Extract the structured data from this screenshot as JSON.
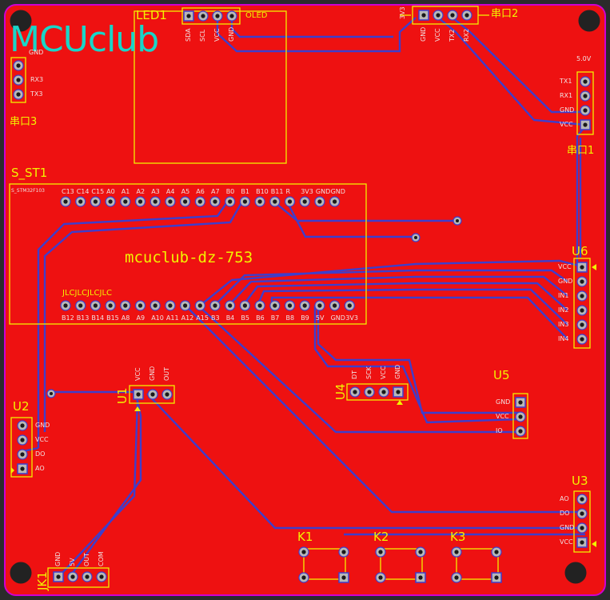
{
  "board": {
    "logo_text": "MCUclub",
    "title_text": "mcuclub-dz-753",
    "jlc_text": "JLCJLCJLCJLC",
    "colors": {
      "board": "#ee1111",
      "silk": "#f2f200",
      "trace": "#3e3ecc",
      "pad_ring": "#b8b8b8",
      "pad_hole": "#1a1a1a",
      "logo": "#19d5c8",
      "outline": "#d000d0"
    }
  },
  "components": {
    "led1": {
      "designator": "LED1",
      "name": "OLED",
      "pins": [
        "SDA",
        "SCL",
        "VCC",
        "GND"
      ]
    },
    "uart2": {
      "designator": "串口2",
      "pins": [
        "GND",
        "VCC",
        "TX2",
        "RX2"
      ],
      "side_label": "3V3"
    },
    "uart3": {
      "designator": "串口3",
      "pins": [
        "RX3",
        "TX3"
      ],
      "top_label": "GND"
    },
    "uart1": {
      "designator": "串口1",
      "top_label": "5.0V",
      "pins": [
        "TX1",
        "RX1",
        "GND",
        "VCC"
      ]
    },
    "s_st1": {
      "designator": "S_ST1",
      "top_left_label": "S_STM32F103",
      "top_pins": [
        "C13",
        "C14",
        "C15",
        "A0",
        "A1",
        "A2",
        "A3",
        "A4",
        "A5",
        "A6",
        "A7",
        "B0",
        "B1",
        "B10",
        "B11",
        "R",
        "3V3",
        "GND",
        "GND"
      ],
      "bottom_pins": [
        "B12",
        "B13",
        "B14",
        "B15",
        "A8",
        "A9",
        "A10",
        "A11",
        "A12",
        "A15",
        "B3",
        "B4",
        "B5",
        "B6",
        "B7",
        "B8",
        "B9",
        "5V",
        "GND",
        "3V3"
      ]
    },
    "u6": {
      "designator": "U6",
      "pins": [
        "VCC",
        "GND",
        "IN1",
        "IN2",
        "IN3",
        "IN4"
      ]
    },
    "u2": {
      "designator": "U2",
      "pins": [
        "GND",
        "VCC",
        "DO",
        "AO"
      ]
    },
    "u1": {
      "designator": "U1",
      "pins": [
        "VCC",
        "GND",
        "OUT"
      ]
    },
    "u4": {
      "designator": "U4",
      "pins": [
        "DT",
        "SCK",
        "VCC",
        "GND"
      ]
    },
    "u5": {
      "designator": "U5",
      "pins": [
        "GND",
        "VCC",
        "IO"
      ]
    },
    "u3": {
      "designator": "U3",
      "pins": [
        "AO",
        "DO",
        "GND",
        "VCC"
      ]
    },
    "jk1": {
      "designator": "JK1",
      "pins": [
        "GND",
        "5V",
        "OUT",
        "COM"
      ]
    },
    "k1": {
      "designator": "K1"
    },
    "k2": {
      "designator": "K2"
    },
    "k3": {
      "designator": "K3"
    }
  }
}
